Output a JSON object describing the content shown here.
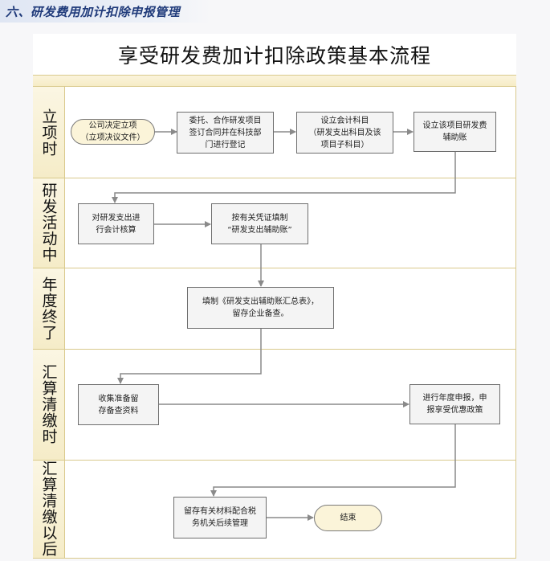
{
  "section_header": "六、研发费用加计扣除申报管理",
  "title": "享受研发费加计扣除政策基本流程",
  "lanes": [
    {
      "label": "立项时"
    },
    {
      "label": "研发活动中"
    },
    {
      "label": "年度终了"
    },
    {
      "label": "汇算清缴时"
    },
    {
      "label": "汇算清缴以后"
    }
  ],
  "nodes": {
    "start": "公司决定立项\n（立项决议文件）",
    "contract": "委托、合作研发项目\n签订合同并在科技部\n门进行登记",
    "account_subject": "设立会计科目\n（研发支出科目及该\n项目子科目）",
    "aux_ledger": "设立该项目研发费\n辅助账",
    "accounting": "对研发支出进\n行会计核算",
    "voucher": "按有关凭证填制\n“研发支出辅助账”",
    "summary": "填制《研发支出辅助账汇总表》，\n留存企业备查。",
    "collect": "收集准备留\n存备查资料",
    "declare": "进行年度申报，申\n报享受优惠政策",
    "archive": "留存有关材料配合税\n务机关后续管理",
    "end": "结束"
  }
}
